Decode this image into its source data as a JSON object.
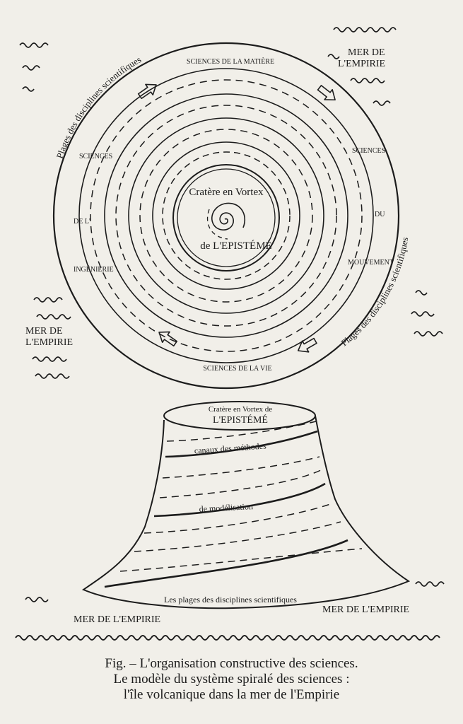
{
  "spiral": {
    "top_label": "SCIENCES DE LA MATIÈRE",
    "bottom_label": "SCIENCES DE LA VIE",
    "left_labels": [
      "SCIENCES",
      "DE L'",
      "INGÉNIERIE"
    ],
    "right_labels": [
      "SCIENCES",
      "DU",
      "MOUVEMENT"
    ],
    "plages_label": "Plages des disciplines scientifiques",
    "crater_line1": "Cratère en Vortex",
    "crater_line2": "de L'EPISTÉMÉ"
  },
  "sea": {
    "line1": "MER DE",
    "line2": "L'EMPIRIE",
    "full": "MER DE L'EMPIRIE"
  },
  "volcano": {
    "crater_line1": "Cratère en Vortex de",
    "crater_line2": "L'EPISTÉMÉ",
    "band1": "canaux des méthodes",
    "band2": "de modélisation",
    "base": "Les plages des disciplines scientifiques"
  },
  "caption": {
    "line1": "Fig. – L'organisation constructive des sciences.",
    "line2": "Le modèle du système spiralé des sciences :",
    "line3": "l'île volcanique dans la mer de l'Empirie"
  }
}
